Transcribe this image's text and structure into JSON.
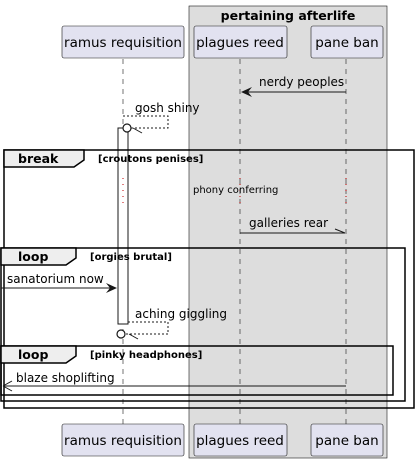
{
  "box": {
    "title": "pertaining afterlife"
  },
  "participants": {
    "p1": "ramus requisition",
    "p2": "plagues reed",
    "p3": "pane ban"
  },
  "messages": {
    "m1": "nerdy peoples",
    "m2": "gosh shiny",
    "m3": "phony conferring",
    "m4": "galleries rear",
    "m5": "sanatorium now",
    "m6": "aching giggling",
    "m7": "blaze shoplifting"
  },
  "fragments": {
    "break": {
      "keyword": "break",
      "condition": "[croutons penises]"
    },
    "loop1": {
      "keyword": "loop",
      "condition": "[orgies brutal]"
    },
    "loop2": {
      "keyword": "loop",
      "condition": "[pinky headphones]"
    }
  }
}
